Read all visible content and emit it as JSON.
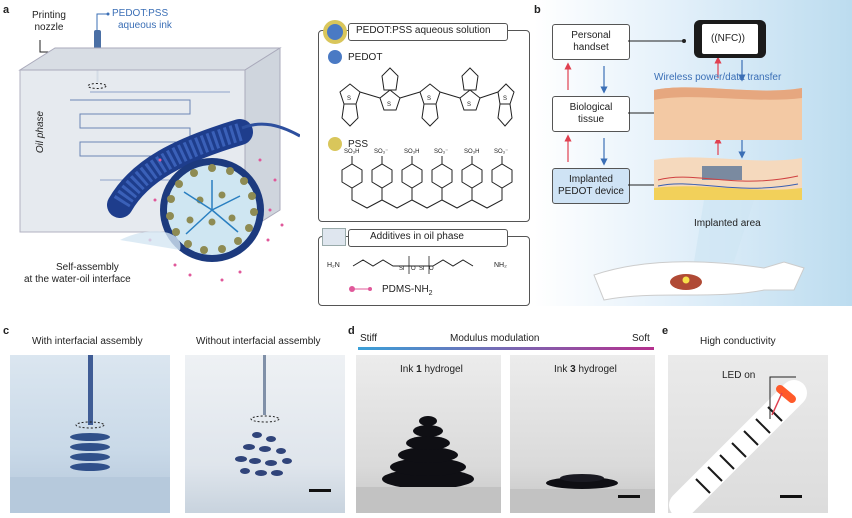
{
  "panel_letters": {
    "a": "a",
    "b": "b",
    "c": "c",
    "d": "d",
    "e": "e"
  },
  "panel_a": {
    "printing_nozzle": "Printing\nnozzle",
    "ink_label_line1": "PEDOT:PSS",
    "ink_label_line2": "aqueous ink",
    "oil_phase": "Oil phase",
    "self_assembly_line1": "Self-assembly",
    "self_assembly_line2": "at the water-oil interface",
    "solution_title": "PEDOT:PSS aqueous solution",
    "pedot_label": "PEDOT",
    "pss_label": "PSS",
    "additives_title": "Additives in oil phase",
    "pdms_label": "PDMS-NH",
    "pdms_sub": "2",
    "nh2_left": "H₂N",
    "nh2_right": "NH₂",
    "so3_labels": [
      "SO₃H",
      "SO₃⁻",
      "SO₃H",
      "SO₃⁻",
      "SO₃H",
      "SO₃⁻"
    ]
  },
  "panel_b": {
    "personal_handset": "Personal\nhandset",
    "biological_tissue": "Biological\ntissue",
    "implanted_device": "Implanted\nPEDOT device",
    "nfc": "NFC",
    "wireless": "Wireless power/data transfer",
    "implanted_area": "Implanted area"
  },
  "panel_c": {
    "with_title": "With interfacial assembly",
    "without_title": "Without interfacial assembly"
  },
  "panel_d": {
    "stiff": "Stiff",
    "modulus": "Modulus modulation",
    "soft": "Soft",
    "ink1_pre": "Ink ",
    "ink1_num": "1",
    "ink1_post": " hydrogel",
    "ink3_pre": "Ink ",
    "ink3_num": "3",
    "ink3_post": " hydrogel"
  },
  "panel_e": {
    "title": "High conductivity",
    "led": "LED on"
  },
  "colors": {
    "blue_accent": "#3b6fb6",
    "red_arrow": "#e04050",
    "gradient_start": "#3aa0d8",
    "gradient_end": "#b5308e",
    "device_box": "#cfe3f5"
  }
}
